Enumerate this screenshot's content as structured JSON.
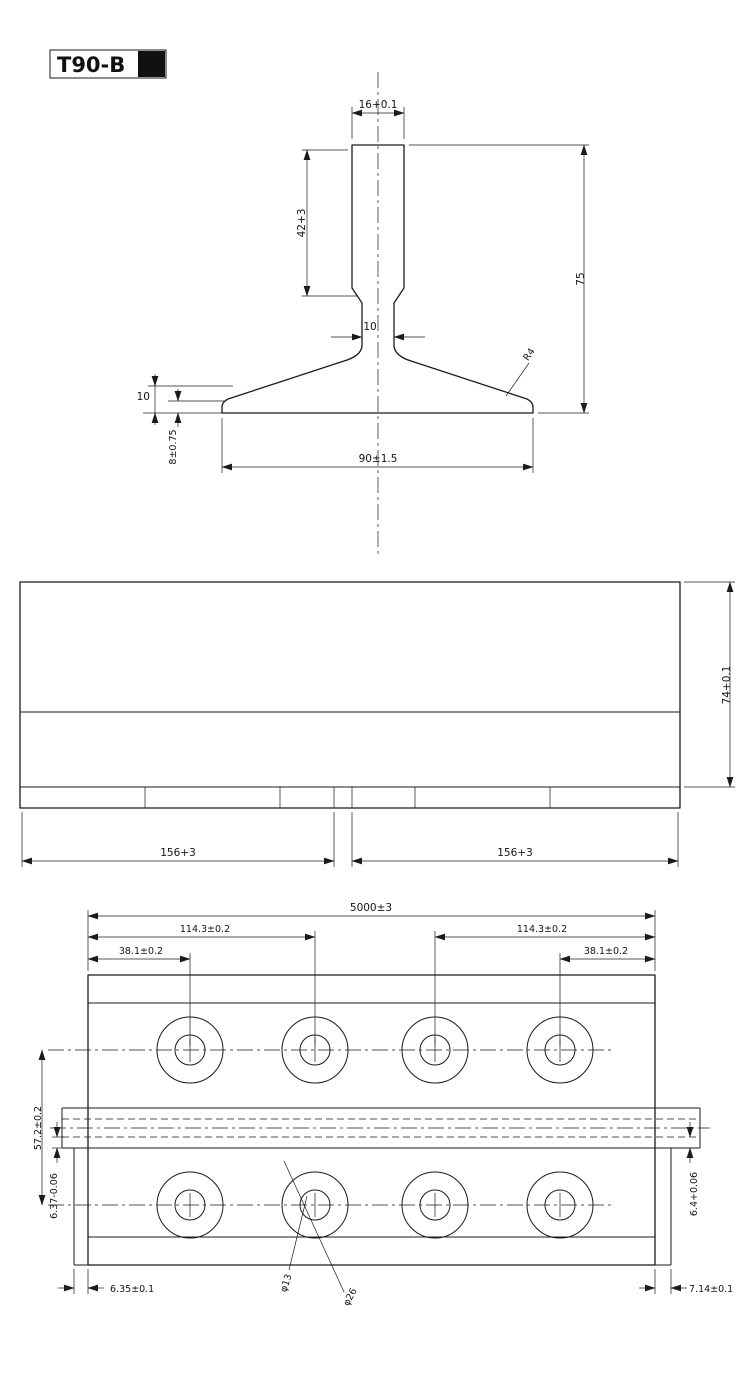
{
  "drawing": {
    "title": "T90-B",
    "cross_section": {
      "dim_head_width": "16+0.1",
      "dim_head_height": "42+3",
      "dim_total_height": "75",
      "dim_web_width": "10",
      "dim_flange_lip_height": "10",
      "dim_flange_edge_thickness": "8±0.75",
      "dim_base_width": "90±1.5",
      "dim_fillet_radius": "R4"
    },
    "side_view": {
      "dim_height": "74+0.1",
      "dim_segment_left": "156+3",
      "dim_segment_right": "156+3"
    },
    "plan_view": {
      "dim_total_length": "5000±3",
      "dim_hole_offset_left": "114.3±0.2",
      "dim_hole_offset_right": "114.3±0.2",
      "dim_end_to_hole_left": "38.1±0.2",
      "dim_end_to_hole_right": "38.1±0.2",
      "dim_row_spacing": "57.2±0.2",
      "dim_groove_left": "6.37-0.06",
      "dim_groove_right": "6.4+0.06",
      "dim_end_step_left": "6.35±0.1",
      "dim_end_step_right": "7.14±0.1",
      "dim_hole_diameter": "φ13",
      "dim_counterbore_diameter": "φ26"
    }
  }
}
